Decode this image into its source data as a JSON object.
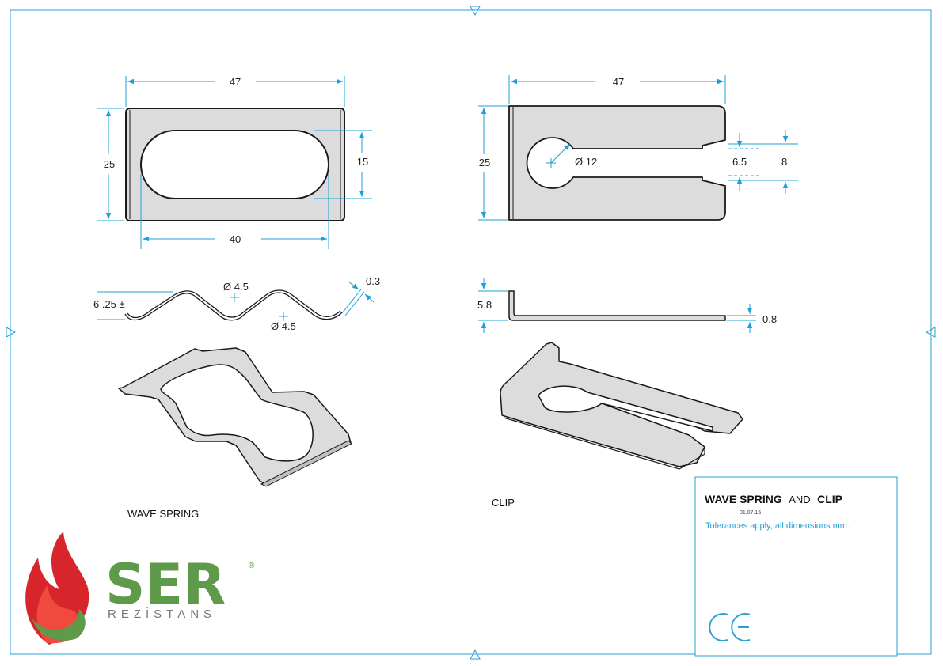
{
  "colors": {
    "frame": "#2a9fd6",
    "dimension": "#1e9fd8",
    "part_fill": "#dcdcdc",
    "outline": "#1a1a1a",
    "logo_green": "#5f9a4a",
    "logo_red": "#d8252b",
    "logo_gray": "#777777"
  },
  "drawing": {
    "wave_spring": {
      "top_view": {
        "width": "47",
        "height": "25",
        "slot_height": "15",
        "slot_length": "40"
      },
      "side_view": {
        "height": "6 .25 ±",
        "radius_top": "Ø 4.5",
        "radius_bottom": "Ø 4.5",
        "thickness": "0.3"
      },
      "label": "WAVE SPRING"
    },
    "clip": {
      "top_view": {
        "width": "47",
        "height": "25",
        "hole": "Ø 12",
        "slot_inner": "6.5",
        "slot_outer": "8"
      },
      "side_view": {
        "height": "5.8",
        "thickness": "0.8"
      },
      "label": "CLIP"
    }
  },
  "title_block": {
    "title_part1": "WAVE SPRING",
    "title_and": "AND",
    "title_part2": "CLIP",
    "date": "01.07.15",
    "note": "Tolerances apply, all dimensions mm."
  },
  "logo": {
    "name": "SER",
    "registered": "®",
    "subtitle": "REZİSTANS",
    "icon": "flame-icon"
  },
  "marks": {
    "ce": "CE-mark-icon",
    "centering": "triangle-centering-mark-icon"
  }
}
